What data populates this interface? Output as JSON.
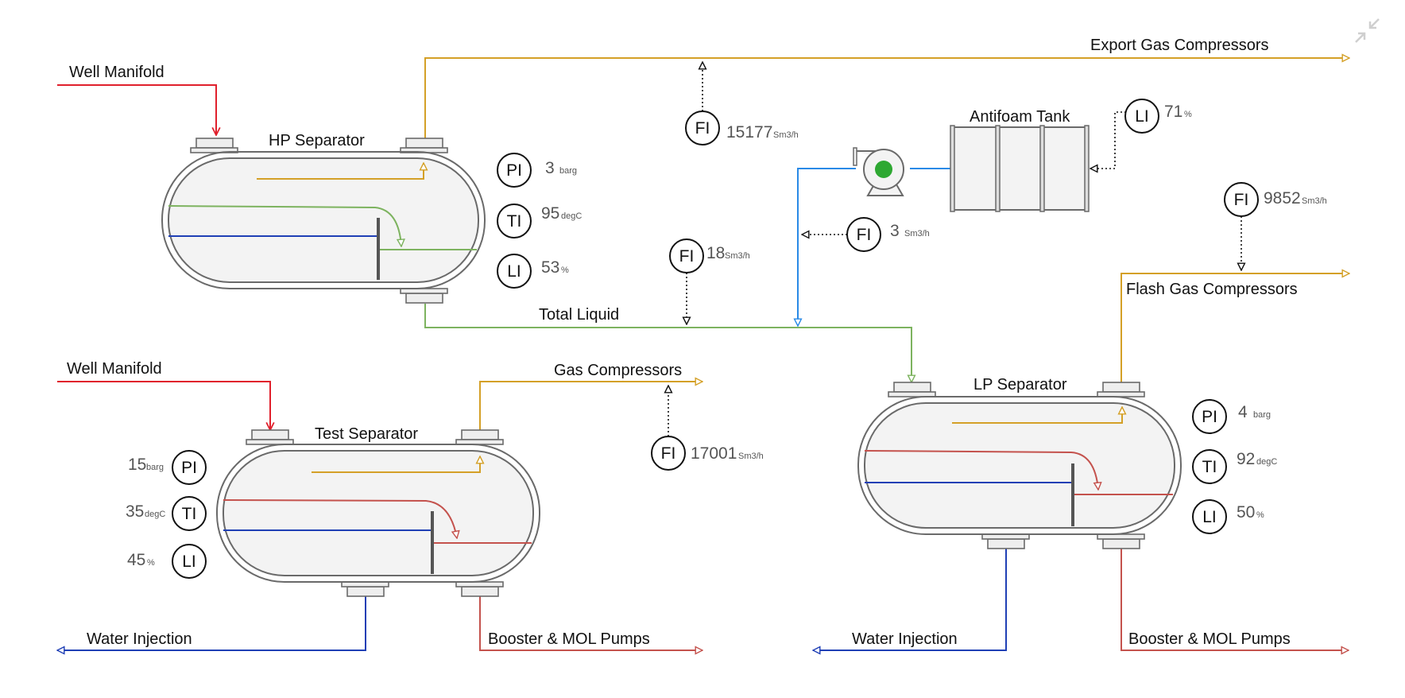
{
  "title": "",
  "labels": {
    "well_manifold_hp": "Well Manifold",
    "well_manifold_test": "Well Manifold",
    "export_gas": "Export Gas Compressors",
    "flash_gas": "Flash Gas Compressors",
    "gas_compressors": "Gas Compressors",
    "total_liquid": "Total Liquid",
    "water_injection_test": "Water Injection",
    "water_injection_lp": "Water Injection",
    "booster_test": "Booster & MOL Pumps",
    "booster_lp": "Booster & MOL Pumps"
  },
  "equipment": {
    "hp_separator": "HP Separator",
    "test_separator": "Test Separator",
    "lp_separator": "LP Separator",
    "antifoam_tank": "Antifoam Tank"
  },
  "instruments": {
    "hp_pi": {
      "tag": "PI",
      "value": "3",
      "unit": "barg"
    },
    "hp_ti": {
      "tag": "TI",
      "value": "95",
      "unit": "degC"
    },
    "hp_li": {
      "tag": "LI",
      "value": "53",
      "unit": "%"
    },
    "export_fi": {
      "tag": "FI",
      "value": "15177",
      "unit": "Sm3/h"
    },
    "liquid_fi": {
      "tag": "FI",
      "value": "18",
      "unit": "Sm3/h"
    },
    "antifoam_fi": {
      "tag": "FI",
      "value": "3",
      "unit": "Sm3/h"
    },
    "antifoam_li": {
      "tag": "LI",
      "value": "71",
      "unit": "%"
    },
    "flash_fi": {
      "tag": "FI",
      "value": "9852",
      "unit": "Sm3/h"
    },
    "test_gas_fi": {
      "tag": "FI",
      "value": "17001",
      "unit": "Sm3/h"
    },
    "test_pi": {
      "tag": "PI",
      "value": "15",
      "unit": "barg"
    },
    "test_ti": {
      "tag": "TI",
      "value": "35",
      "unit": "degC"
    },
    "test_li": {
      "tag": "LI",
      "value": "45",
      "unit": "%"
    },
    "lp_pi": {
      "tag": "PI",
      "value": "4",
      "unit": "barg"
    },
    "lp_ti": {
      "tag": "TI",
      "value": "92",
      "unit": "degC"
    },
    "lp_li": {
      "tag": "LI",
      "value": "50",
      "unit": "%"
    }
  },
  "colors": {
    "gas": "#d4a027",
    "liquid": "#7db35f",
    "oil": "#c4524d",
    "water": "#1f3fb5",
    "feed": "#e0202c",
    "chemical": "#2a8ae6",
    "pump_running": "#2ea832"
  },
  "icons": {
    "collapse": "collapse-arrows-icon",
    "pump": "pump-icon"
  }
}
